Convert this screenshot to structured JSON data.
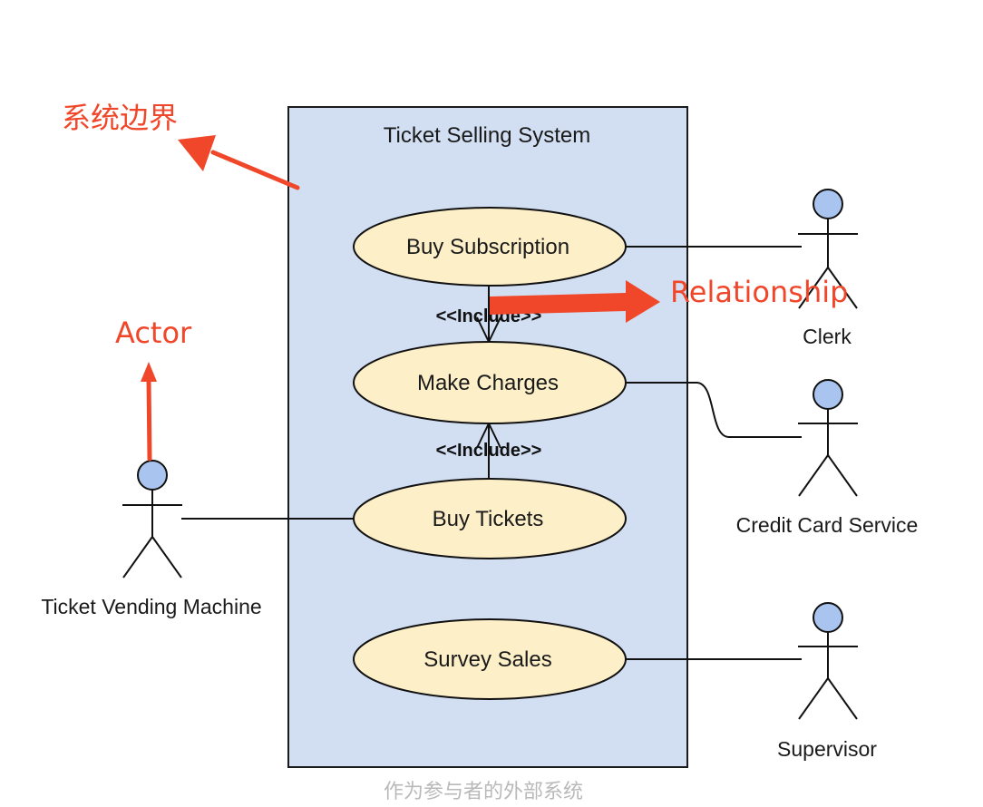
{
  "colors": {
    "boundary_fill": "#d2dff3",
    "boundary_stroke": "#1a1a1a",
    "usecase_fill": "#fdefc8",
    "actor_head": "#a9c4ee",
    "annotation": "#f0462a",
    "caption": "#b9b9b9"
  },
  "system": {
    "title": "Ticket Selling System"
  },
  "use_cases": {
    "buy_subscription": "Buy Subscription",
    "make_charges": "Make Charges",
    "buy_tickets": "Buy Tickets",
    "survey_sales": "Survey Sales"
  },
  "relations": {
    "include_1": "<<Include>>",
    "include_2": "<<Include>>"
  },
  "actors": {
    "clerk": "Clerk",
    "credit_card_service": "Credit Card Service",
    "ticket_vending_machine": "Ticket Vending Machine",
    "supervisor": "Supervisor"
  },
  "annotations": {
    "boundary": "系统边界",
    "relationship": "Relationship",
    "actor": "Actor"
  },
  "caption": "作为参与者的外部系统"
}
